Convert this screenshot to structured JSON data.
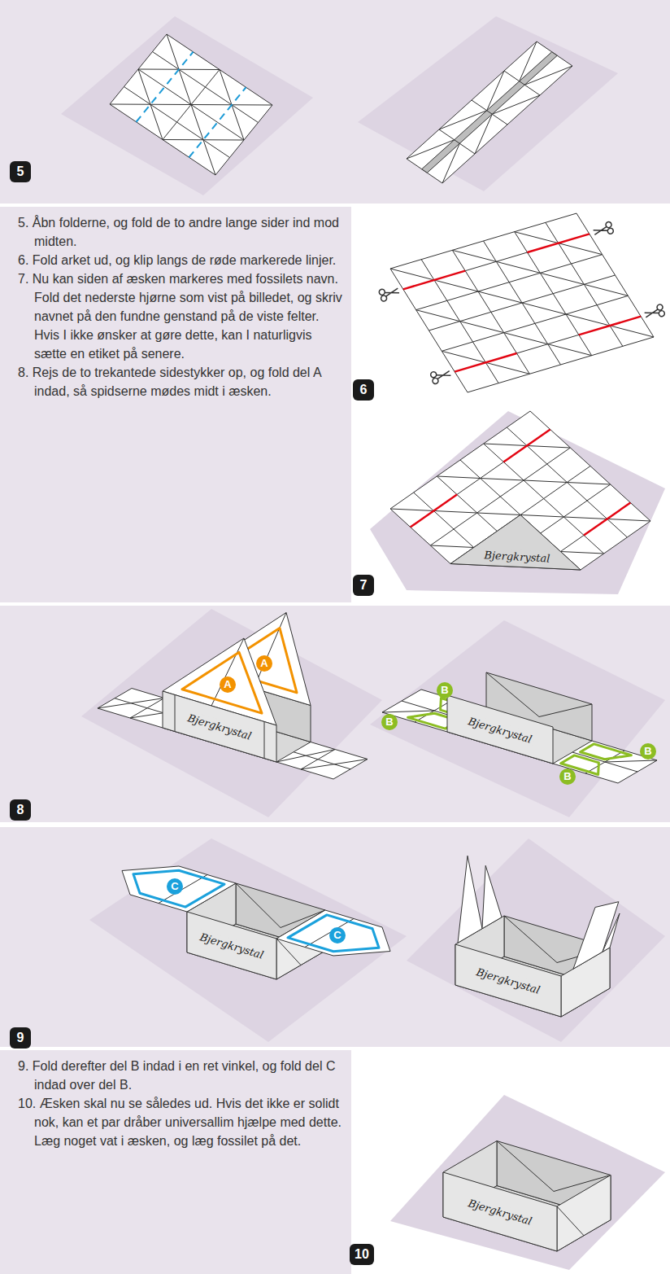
{
  "diagram": {
    "nodes": [
      {
        "text": [
          "5"
        ]
      },
      {
        "text": [
          "6"
        ]
      },
      {
        "text": [
          "7"
        ]
      },
      {
        "text": [
          "A"
        ]
      },
      {
        "text": [
          "A"
        ]
      },
      {
        "text": [
          "8"
        ]
      },
      {
        "text": [
          "B"
        ]
      },
      {
        "text": [
          "B"
        ]
      },
      {
        "text": [
          "B"
        ]
      },
      {
        "text": [
          "B"
        ]
      },
      {
        "text": [
          "C"
        ]
      },
      {
        "text": [
          "C"
        ]
      },
      {
        "text": [
          "9"
        ]
      },
      {
        "text": [
          "10"
        ]
      }
    ],
    "labels": [
      "5. Åbn folderne, og fold de to andre lange sider ind mod midten.",
      "6. Fold arket ud, og klip langs de røde markerede linjer.",
      "7. Nu kan siden af æsken markeres med fossilets navn. Fold det nederste hjørne som vist på billedet, og skriv navnet på den fundne genstand på de viste felter. Hvis I ikke ønsker at gøre dette, kan I naturligvis sætte en etiket på senere.",
      "8. Rejs de to trekantede sidestykker op, og fold del A indad, så spidserne mødes midt i æsken.",
      "Bjergkrystal",
      "Bjergkrystal",
      "Bjergkrystal",
      "Bjergkrystal",
      "Bjergkrystal",
      "9. Fold derefter del B indad i en ret vinkel, og fold del C indad over del B.",
      "10. Æsken skal nu se således ud. Hvis det ikke er solidt nok, kan et par dråber universallim hjælpe med dette. Læg noget vat i æsken, og læg fossilet på det.",
      "Bjergkrystal"
    ]
  }
}
